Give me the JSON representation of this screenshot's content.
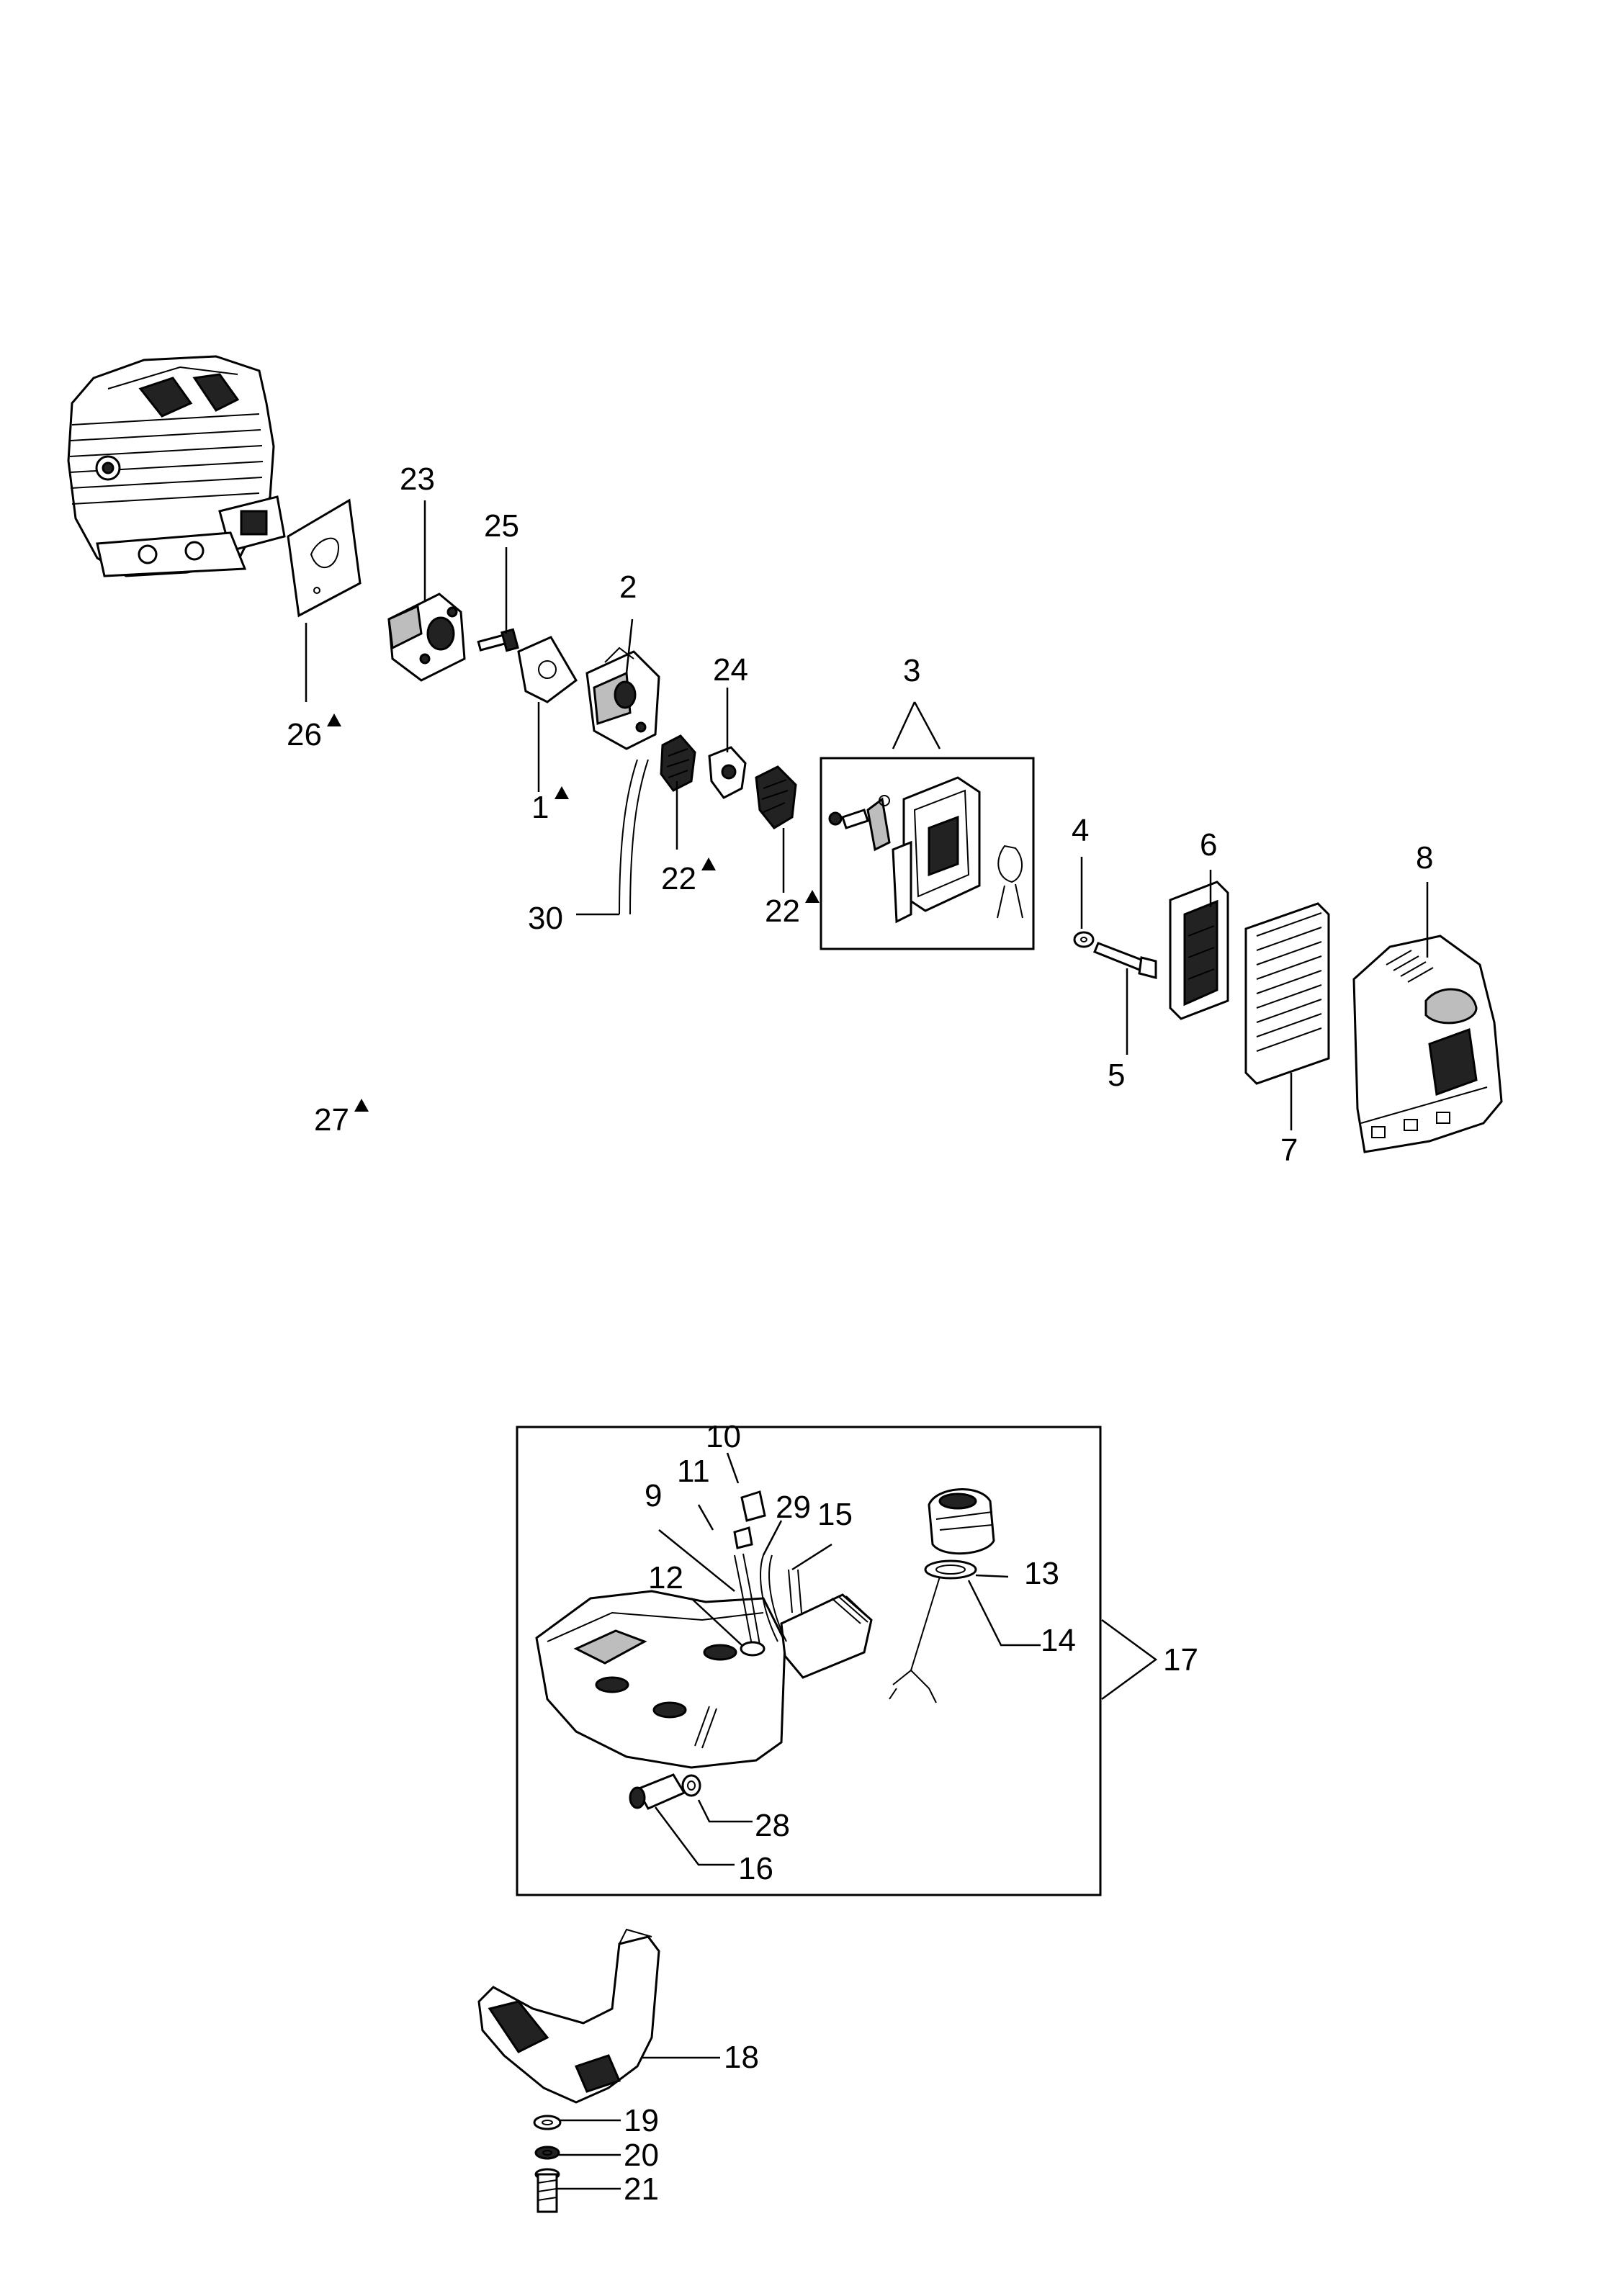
{
  "diagram": {
    "callouts": [
      {
        "id": "c1",
        "text": "1",
        "marked": true
      },
      {
        "id": "c2",
        "text": "2",
        "marked": false
      },
      {
        "id": "c3",
        "text": "3",
        "marked": false
      },
      {
        "id": "c4",
        "text": "4",
        "marked": false
      },
      {
        "id": "c5",
        "text": "5",
        "marked": false
      },
      {
        "id": "c6",
        "text": "6",
        "marked": false
      },
      {
        "id": "c7",
        "text": "7",
        "marked": false
      },
      {
        "id": "c8",
        "text": "8",
        "marked": false
      },
      {
        "id": "c9",
        "text": "9",
        "marked": false
      },
      {
        "id": "c10",
        "text": "10",
        "marked": false
      },
      {
        "id": "c11",
        "text": "11",
        "marked": false
      },
      {
        "id": "c12",
        "text": "12",
        "marked": false
      },
      {
        "id": "c13",
        "text": "13",
        "marked": false
      },
      {
        "id": "c14",
        "text": "14",
        "marked": false
      },
      {
        "id": "c15",
        "text": "15",
        "marked": false
      },
      {
        "id": "c16",
        "text": "16",
        "marked": false
      },
      {
        "id": "c17",
        "text": "17",
        "marked": false
      },
      {
        "id": "c18",
        "text": "18",
        "marked": false
      },
      {
        "id": "c19",
        "text": "19",
        "marked": false
      },
      {
        "id": "c20",
        "text": "20",
        "marked": false
      },
      {
        "id": "c21",
        "text": "21",
        "marked": false
      },
      {
        "id": "c22a",
        "text": "22",
        "marked": true
      },
      {
        "id": "c22b",
        "text": "22",
        "marked": true
      },
      {
        "id": "c23",
        "text": "23",
        "marked": false
      },
      {
        "id": "c24",
        "text": "24",
        "marked": false
      },
      {
        "id": "c25",
        "text": "25",
        "marked": false
      },
      {
        "id": "c26",
        "text": "26",
        "marked": true
      },
      {
        "id": "c27",
        "text": "27",
        "marked": true
      },
      {
        "id": "c28",
        "text": "28",
        "marked": false
      },
      {
        "id": "c29",
        "text": "29",
        "marked": false
      },
      {
        "id": "c30",
        "text": "30",
        "marked": false
      }
    ]
  }
}
